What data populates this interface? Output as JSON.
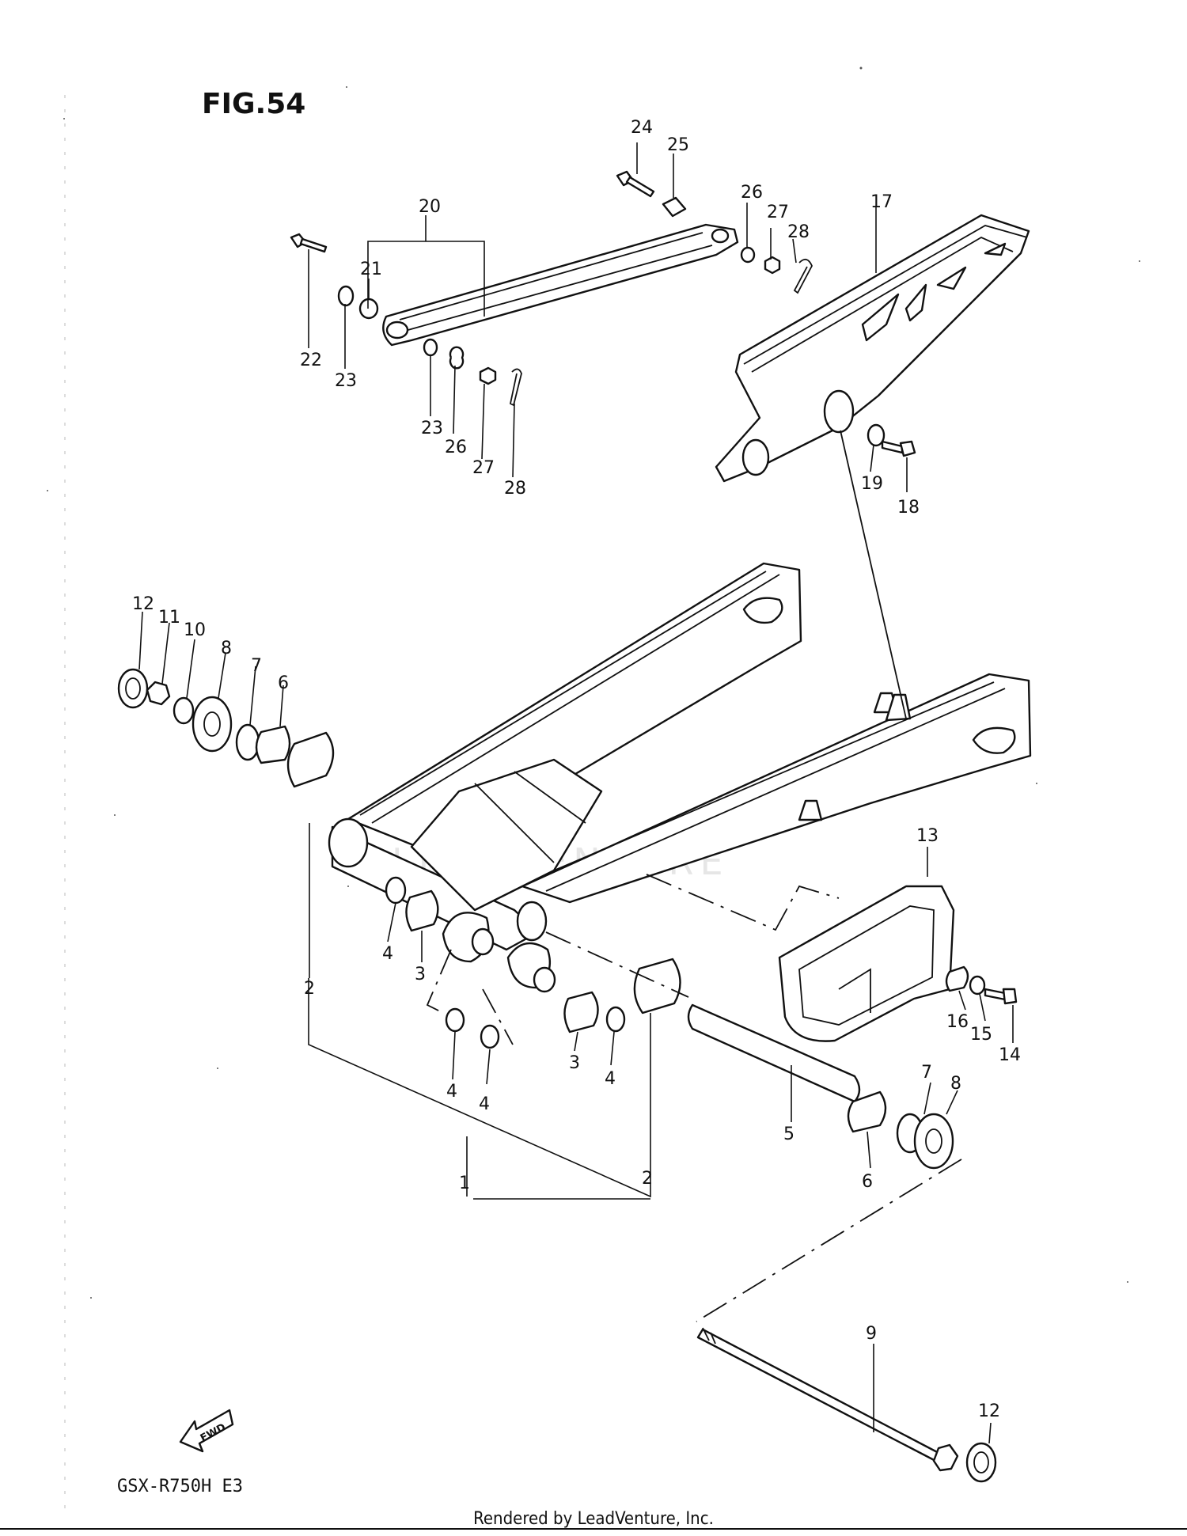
{
  "figure": {
    "title": "FIG.54",
    "model": "GSX-R750H E3",
    "footer": "Rendered by LeadVenture, Inc.",
    "watermark": "LEADVENTURE",
    "fwd_label": "FWD"
  },
  "callouts": [
    {
      "id": "c24a",
      "label": "24"
    },
    {
      "id": "c25a",
      "label": "25"
    },
    {
      "id": "c26a",
      "label": "26"
    },
    {
      "id": "c27a",
      "label": "27"
    },
    {
      "id": "c28a",
      "label": "28"
    },
    {
      "id": "c20",
      "label": "20"
    },
    {
      "id": "c17",
      "label": "17"
    },
    {
      "id": "c21",
      "label": "21"
    },
    {
      "id": "c22",
      "label": "22"
    },
    {
      "id": "c23a",
      "label": "23"
    },
    {
      "id": "c23b",
      "label": "23"
    },
    {
      "id": "c26b",
      "label": "26"
    },
    {
      "id": "c27b",
      "label": "27"
    },
    {
      "id": "c28b",
      "label": "28"
    },
    {
      "id": "c19",
      "label": "19"
    },
    {
      "id": "c18",
      "label": "18"
    },
    {
      "id": "c12a",
      "label": "12"
    },
    {
      "id": "c11",
      "label": "11"
    },
    {
      "id": "c10",
      "label": "10"
    },
    {
      "id": "c8a",
      "label": "8"
    },
    {
      "id": "c7a",
      "label": "7"
    },
    {
      "id": "c6a",
      "label": "6"
    },
    {
      "id": "c13",
      "label": "13"
    },
    {
      "id": "c4a",
      "label": "4"
    },
    {
      "id": "c3a",
      "label": "3"
    },
    {
      "id": "c2a",
      "label": "2"
    },
    {
      "id": "c4b",
      "label": "4"
    },
    {
      "id": "c4c",
      "label": "4"
    },
    {
      "id": "c3b",
      "label": "3"
    },
    {
      "id": "c4d",
      "label": "4"
    },
    {
      "id": "c16",
      "label": "16"
    },
    {
      "id": "c15",
      "label": "15"
    },
    {
      "id": "c14",
      "label": "14"
    },
    {
      "id": "c7b",
      "label": "7"
    },
    {
      "id": "c8b",
      "label": "8"
    },
    {
      "id": "c5",
      "label": "5"
    },
    {
      "id": "c6b",
      "label": "6"
    },
    {
      "id": "c1",
      "label": "1"
    },
    {
      "id": "c2b",
      "label": "2"
    },
    {
      "id": "c9",
      "label": "9"
    },
    {
      "id": "c12b",
      "label": "12"
    }
  ]
}
